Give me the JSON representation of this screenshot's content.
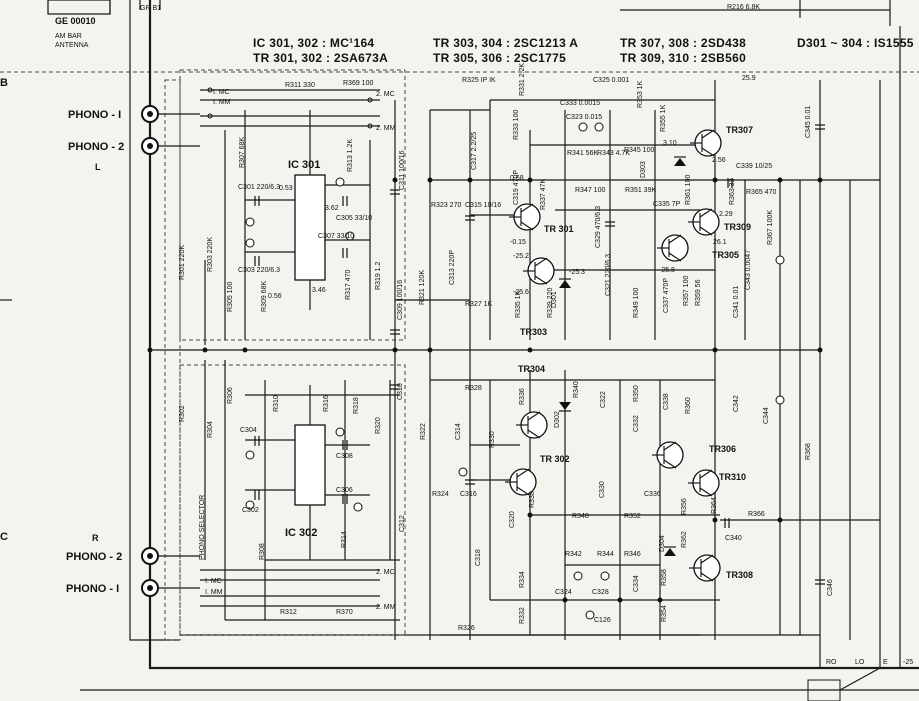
{
  "top_left": {
    "code": "GE 00010",
    "line1": "AM BAR",
    "line2": "ANTENNA"
  },
  "top_right_resistor": "R216 6.8K",
  "row_label_b": "B",
  "row_label_c": "C",
  "headers": {
    "ic": "IC 301, 302 : MC¹164",
    "tr301": "TR 301, 302 : 2SA673A",
    "tr303": "TR 303, 304 : 2SC1213 A",
    "tr305": "TR 305, 306 : 2SC1775",
    "tr307": "TR 307, 308 : 2SD438",
    "tr309": "TR 309, 310 : 2SB560",
    "diode": "D301 ~ 304 : IS1555"
  },
  "jacks": {
    "phono1_top": "PHONO - I",
    "phono2_top": "PHONO - 2",
    "left_ch": "L",
    "right_ch": "R",
    "phono2_bot": "PHONO - 2",
    "phono1_bot": "PHONO - I"
  },
  "selector_label": "PHONO SELECTOR",
  "switch_labels": {
    "top": [
      "I. MC",
      "I. MM",
      "2. MC",
      "2. MM"
    ],
    "bottom": [
      "I. MC",
      "I. MM",
      "2. MC",
      "2. MM"
    ]
  },
  "ics": {
    "upper": "IC 301",
    "lower": "IC 302"
  },
  "transistors": {
    "tr301": "TR 301",
    "tr302": "TR 302",
    "tr303": "TR303",
    "tr304": "TR304",
    "tr305": "TR305",
    "tr306": "TR306",
    "tr307": "TR307",
    "tr308": "TR308",
    "tr309": "TR309",
    "tr310": "TR310"
  },
  "diodes": {
    "d301": "D301",
    "d302": "D302",
    "d303": "D303",
    "d304": "D304"
  },
  "components_upper": [
    "R311 330",
    "R369 100",
    "R325 IP IK",
    "R331 2.2K",
    "C325 0.001",
    "R307 68K",
    "R313 1.2K",
    "C301 220/6.3",
    "C305 33/10",
    "C311 100/16",
    "C317 2.2/25",
    "R333 100",
    "C315 10/16",
    "R323 270",
    "C319 470P",
    "R337 47K",
    "R341 56K",
    "R343 4.7K",
    "R345 100",
    "R347 100",
    "R351 39K",
    "R353 1K",
    "R355 1K",
    "C333 0.0015",
    "C323 0.015",
    "C335 7P",
    "C339 10/25",
    "R365 470",
    "R363 33",
    "R361 100",
    "C307 33/10",
    "C303 220/6.3",
    "R309 68K",
    "R317 470",
    "R319 1.2",
    "C309 100/16",
    "R321 120K",
    "C313 220P",
    "R327 1K",
    "R335 1K",
    "R339 220",
    "C321 220/6.3",
    "C329 470/6.3",
    "R349 100",
    "C337 470P",
    "R357 100",
    "R359 56",
    "C341 0.01",
    "C343 0.0047",
    "R367 100K",
    "C345 0.01",
    "R301 220K",
    "R303 220K",
    "R305 100"
  ],
  "components_lower": [
    "R302",
    "R304",
    "R306",
    "R310",
    "R316",
    "R318",
    "R320",
    "C304",
    "C308",
    "C302",
    "C306",
    "C310",
    "R322",
    "C314",
    "R324",
    "C316",
    "R328",
    "R330",
    "R336",
    "R338",
    "R340",
    "C322",
    "C320",
    "C330",
    "C332",
    "C338",
    "R350",
    "R360",
    "C342",
    "C344",
    "R368",
    "C336",
    "R348",
    "R352",
    "R356",
    "R364",
    "R366",
    "C340",
    "R362",
    "R308",
    "R314",
    "C312",
    "C318",
    "R334",
    "R332",
    "R342",
    "R344",
    "R346",
    "C324",
    "C328",
    "C126",
    "C334",
    "R354",
    "R358",
    "C346",
    "R312",
    "R370",
    "R326"
  ],
  "voltages": [
    "0.53",
    "3.62",
    "0.56",
    "3.46",
    "0.68",
    "-0.15",
    "-25.2",
    "-25.6",
    "-25.3",
    "-25.8",
    "3.10",
    "2.56",
    "2.29",
    "26.1",
    "25.9"
  ],
  "bottom_right": {
    "ro": "RO",
    "lo": "LO",
    "e": "E",
    "v": "-25"
  }
}
